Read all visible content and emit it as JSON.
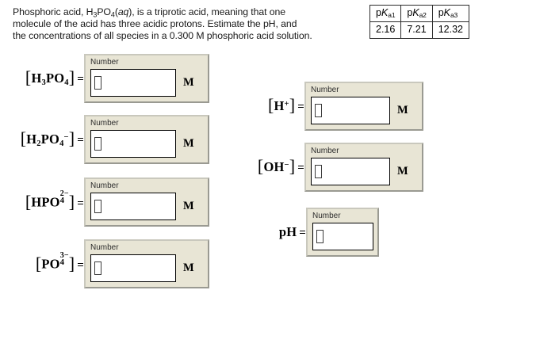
{
  "problem": {
    "line1_a": "Phosphoric acid, H",
    "line1_sub1": "3",
    "line1_b": "PO",
    "line1_sub2": "4",
    "line1_c": "(",
    "line1_italic": "aq",
    "line1_d": "), is a triprotic acid, meaning that one",
    "line2": "molecule of the acid has three acidic protons.  Estimate the pH, and",
    "line3": "the concentrations of all species in a 0.300 M phosphoric acid solution."
  },
  "pka_table": {
    "headers": [
      {
        "p": "p",
        "k": "K",
        "sub": "a1"
      },
      {
        "p": "p",
        "k": "K",
        "sub": "a2"
      },
      {
        "p": "p",
        "k": "K",
        "sub": "a3"
      }
    ],
    "values": [
      "2.16",
      "7.21",
      "12.32"
    ]
  },
  "field_label": "Number",
  "unit_molar": "M",
  "input_value": "",
  "left_column": [
    {
      "name": "h3po4",
      "open_bracket": "[",
      "formula_main": "H",
      "formula_sub1": "3",
      "formula_mid": "PO",
      "formula_sub2": "4",
      "charge": "",
      "close_bracket": "]",
      "equals": "=",
      "unit": "M",
      "placeholder": "Number"
    },
    {
      "name": "h2po4-",
      "open_bracket": "[",
      "formula_main": "H",
      "formula_sub1": "2",
      "formula_mid": "PO",
      "formula_sub2": "4",
      "charge": "−",
      "close_bracket": "]",
      "equals": "=",
      "unit": "M",
      "placeholder": "Number"
    },
    {
      "name": "hpo4-2",
      "open_bracket": "[",
      "formula_main": "HPO",
      "sup": "2−",
      "sub": "4",
      "close_bracket": "]",
      "equals": "=",
      "unit": "M",
      "placeholder": "Number"
    },
    {
      "name": "po4-3",
      "open_bracket": "[",
      "formula_main": "PO",
      "sup": "3−",
      "sub": "4",
      "close_bracket": "]",
      "equals": "=",
      "unit": "M",
      "placeholder": "Number"
    }
  ],
  "right_column": [
    {
      "name": "h-plus",
      "open_bracket": "[",
      "formula_main": "H",
      "charge": "+",
      "close_bracket": "]",
      "equals": "=",
      "unit": "M",
      "placeholder": "Number"
    },
    {
      "name": "oh-minus",
      "open_bracket": "[",
      "formula_main": "OH",
      "charge": "−",
      "close_bracket": "]",
      "equals": "=",
      "unit": "M",
      "placeholder": "Number"
    },
    {
      "name": "ph",
      "open_bracket": "",
      "formula_main": "pH",
      "charge": "",
      "close_bracket": "",
      "equals": "=",
      "unit": "",
      "placeholder": "Number"
    }
  ],
  "colors": {
    "panel_fill": "#e8e5d5",
    "panel_border": "#9a9a92",
    "field_fill": "#ffffff",
    "text": "#000000"
  }
}
